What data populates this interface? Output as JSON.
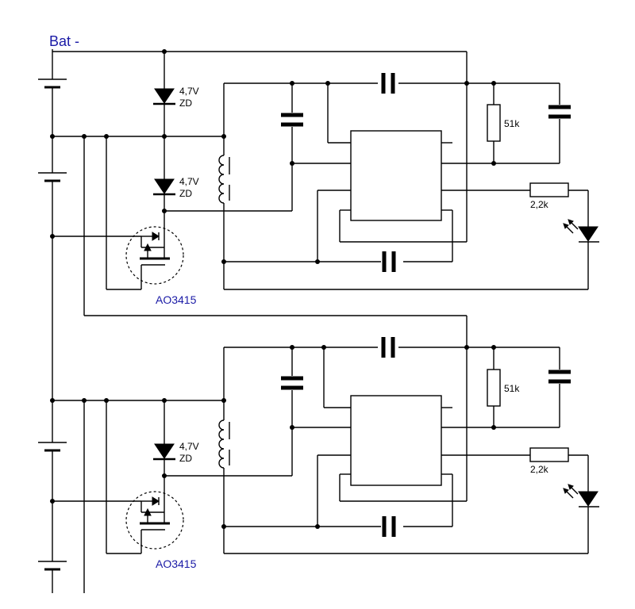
{
  "labels": {
    "battery": "Bat -",
    "zener_top_1": "4,7V",
    "zener_top_2": "ZD",
    "zener_mid_1": "4,7V",
    "zener_mid_2": "ZD",
    "zener_low_1": "4,7V",
    "zener_low_2": "ZD",
    "resistor_51k_upper": "51k",
    "resistor_51k_lower": "51k",
    "resistor_22k_upper": "2,2k",
    "resistor_22k_lower": "2,2k",
    "mosfet_upper": "AO3415",
    "mosfet_lower": "AO3415"
  },
  "colors": {
    "wire": "#000000",
    "label_blue": "#1a1aa6"
  }
}
